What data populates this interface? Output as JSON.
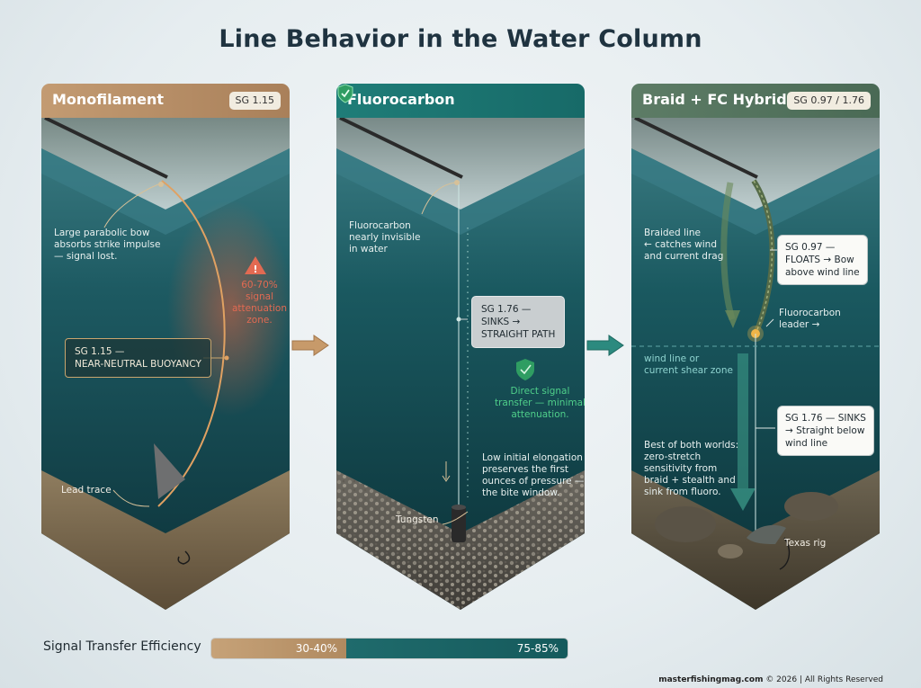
{
  "title": "Line Behavior in the Water Column",
  "colors": {
    "mono_header": "#b89068",
    "fluoro_header": "#1e7a76",
    "hybrid_header": "#55735e",
    "water_dark": "#0f3d44",
    "warning": "#e26a52",
    "ok_green": "#4fcf8a"
  },
  "panels": {
    "mono": {
      "title": "Monofilament",
      "sg": "SG 1.15",
      "note1": [
        "Large parabolic bow",
        "absorbs strike impulse",
        "— signal lost."
      ],
      "warning": [
        "60-70%",
        "signal",
        "attenuation",
        "zone."
      ],
      "box": [
        "SG 1.15 —",
        "NEAR-NEUTRAL BUOYANCY"
      ],
      "weight_label": "Lead trace",
      "icon": "warning-icon"
    },
    "fluoro": {
      "title": "Fluorocarbon",
      "note1": [
        "Fluorocarbon",
        "nearly invisible",
        "in water"
      ],
      "box": [
        "SG 1.76 —",
        "SINKS →",
        "STRAIGHT PATH"
      ],
      "signal": [
        "Direct signal",
        "transfer — minimal",
        "attenuation."
      ],
      "elongation": [
        "Low initial elongation",
        "preserves the first",
        "ounces of pressure —",
        "the bite window."
      ],
      "weight_label": "Tungsten",
      "icon": "shield-check-icon"
    },
    "hybrid": {
      "title": "Braid + FC Hybrid",
      "sg": "SG 0.97 / 1.76",
      "braid_note": [
        "Braided line",
        "← catches wind",
        "and current drag"
      ],
      "box1": [
        "SG 0.97 —",
        "FLOATS → Bow",
        "above wind line"
      ],
      "leader_note": [
        "Fluorocarbon",
        "leader →"
      ],
      "wind_line": [
        "wind line or",
        "current shear zone"
      ],
      "box2": [
        "SG 1.76 — SINKS",
        "→ Straight below",
        "wind line"
      ],
      "best": [
        "Best of both worlds:",
        "zero-stretch",
        "sensitivity from",
        "braid + stealth and",
        "sink from fluoro."
      ],
      "rig_label": "Texas rig"
    }
  },
  "efficiency": {
    "label": "Signal Transfer Efficiency",
    "mono_text": "30-40%",
    "fluoro_text": "75-85%",
    "mono_value": 0.38,
    "fluoro_value": 0.62
  },
  "footer": {
    "site": "masterfishingmag.com",
    "rest": " © 2026 | All Rights Reserved"
  }
}
